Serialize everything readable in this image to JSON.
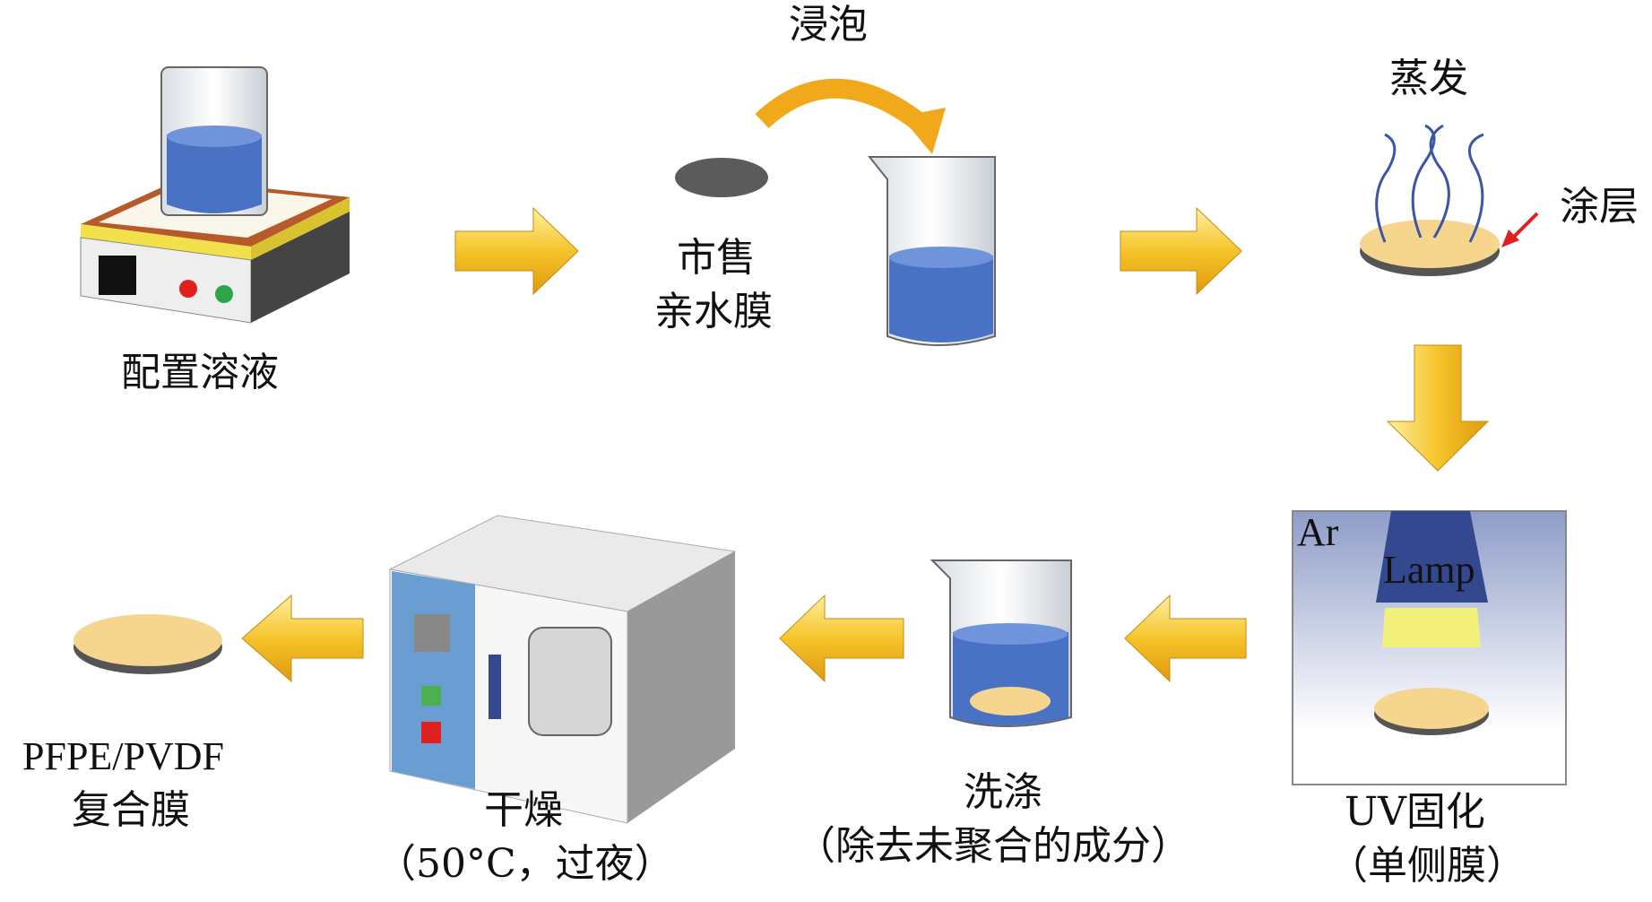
{
  "diagram": {
    "type": "process-flow",
    "steps": [
      {
        "id": "prepare",
        "label": "配置溶液",
        "icon": "hotplate-beaker-icon"
      },
      {
        "id": "soak",
        "label_top": "浸泡",
        "membrane_label": [
          "市售",
          "亲水膜"
        ],
        "icon": "beaker-icon"
      },
      {
        "id": "evaporate",
        "label_top": "蒸发",
        "coating_label": "涂层",
        "icon": "evaporating-disc-icon"
      },
      {
        "id": "uv",
        "label_lines": [
          "UV固化",
          "（单侧膜）"
        ],
        "gas_label": "Ar",
        "lamp_label": "Lamp",
        "icon": "uv-lamp-icon"
      },
      {
        "id": "wash",
        "label_lines": [
          "洗涤",
          "（除去未聚合的成分）"
        ],
        "icon": "wash-beaker-icon"
      },
      {
        "id": "dry",
        "label_lines": [
          "干燥",
          "（50°C，过夜）"
        ],
        "icon": "oven-icon"
      },
      {
        "id": "product",
        "label_lines": [
          "PFPE/PVDF",
          "复合膜"
        ],
        "icon": "membrane-disc-icon"
      }
    ],
    "colors": {
      "arrow": "#f5b820",
      "liquid": "#4a72c4",
      "membrane": "#f6d58e",
      "lamp": "#34488f",
      "coating_arrow": "#e0201e"
    }
  }
}
